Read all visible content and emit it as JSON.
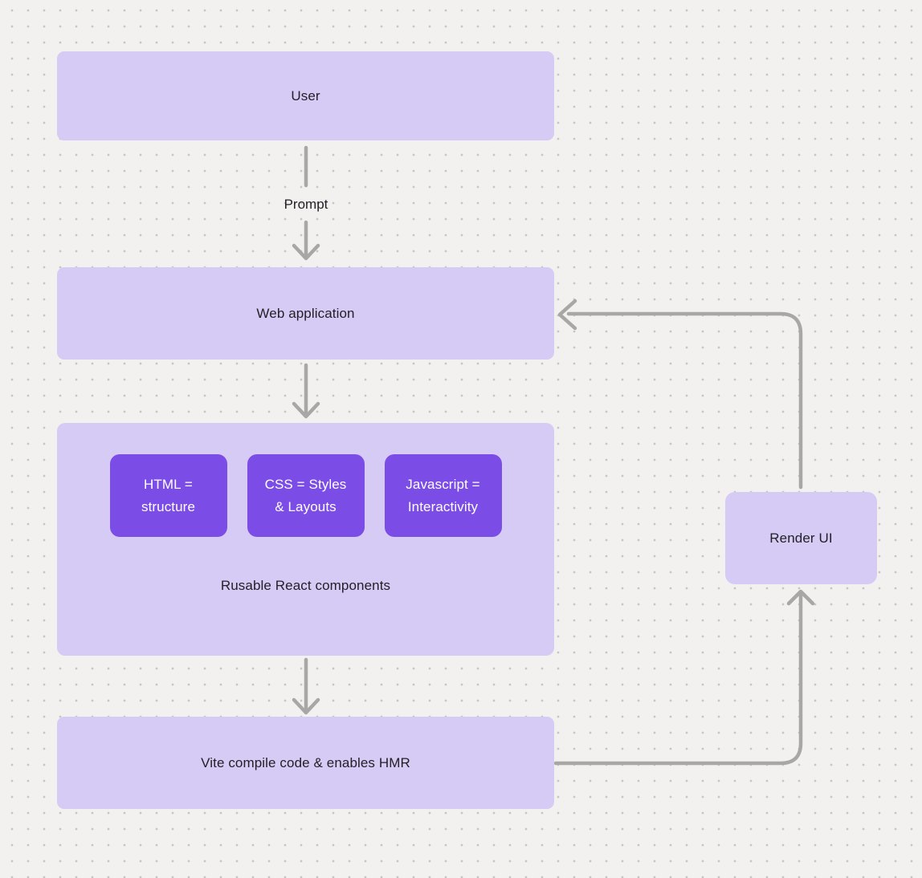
{
  "diagram": {
    "nodes": {
      "user": {
        "label": "User"
      },
      "web_application": {
        "label": "Web application"
      },
      "components_group": {
        "caption": "Rusable React components",
        "chips": [
          {
            "line1": "HTML =",
            "line2": "structure"
          },
          {
            "line1": "CSS = Styles",
            "line2": "& Layouts"
          },
          {
            "line1": "Javascript =",
            "line2": "Interactivity"
          }
        ]
      },
      "vite": {
        "label": "Vite compile code & enables HMR"
      },
      "render_ui": {
        "label": "Render UI"
      }
    },
    "edges": {
      "user_to_webapp": {
        "label": "Prompt"
      }
    },
    "colors": {
      "background": "#f2f1ef",
      "grid_dot": "#c7c4c1",
      "node_light": "#d6cbf5",
      "node_dark": "#7c4ce6",
      "text_dark": "#222127",
      "text_light": "#ffffff",
      "connector": "#a9a7a6"
    }
  }
}
